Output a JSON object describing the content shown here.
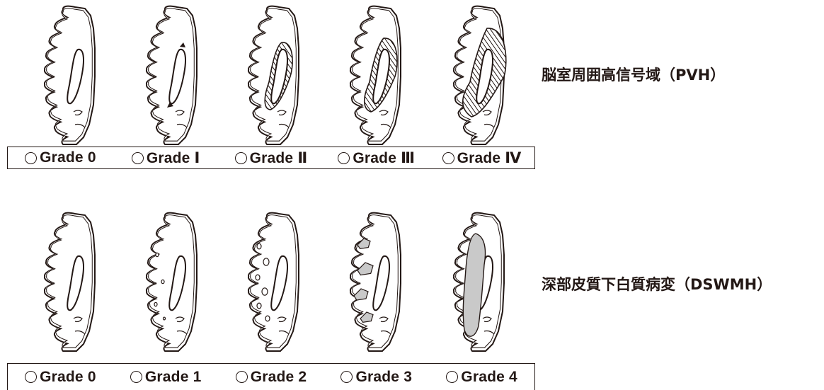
{
  "pvh": {
    "title": "脳室周囲高信号域（PVH）",
    "grades": [
      {
        "label": "Grade 0",
        "level": 0
      },
      {
        "label": "Grade Ⅰ",
        "level": 1
      },
      {
        "label": "Grade Ⅱ",
        "level": 2
      },
      {
        "label": "Grade Ⅲ",
        "level": 3
      },
      {
        "label": "Grade Ⅳ",
        "level": 4
      }
    ]
  },
  "dswmh": {
    "title": "深部皮質下白質病変（DSWMH）",
    "grades": [
      {
        "label": "Grade 0",
        "level": 0
      },
      {
        "label": "Grade 1",
        "level": 1
      },
      {
        "label": "Grade 2",
        "level": 2
      },
      {
        "label": "Grade 3",
        "level": 3
      },
      {
        "label": "Grade 4",
        "level": 4
      }
    ]
  },
  "colors": {
    "ink": "#231815",
    "lesion_fill": "#c9c9c9",
    "hatch": "#231815"
  }
}
